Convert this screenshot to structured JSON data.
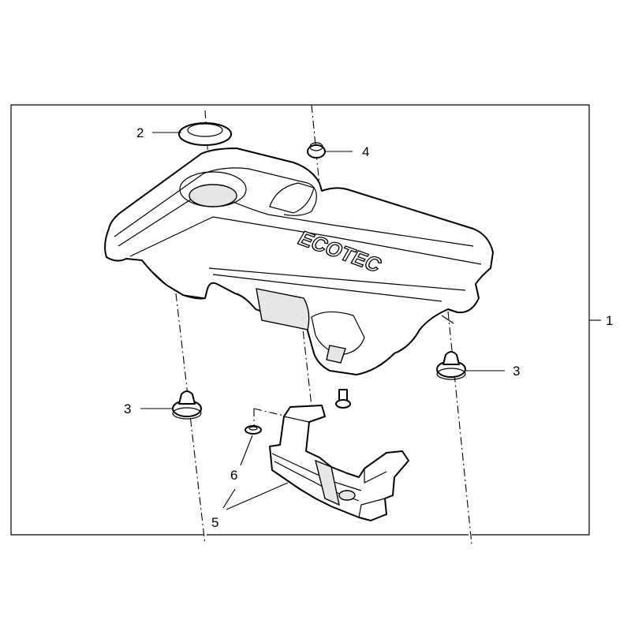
{
  "callouts": [
    {
      "id": "1",
      "text": "1"
    },
    {
      "id": "2",
      "text": "2"
    },
    {
      "id": "3a",
      "text": "3"
    },
    {
      "id": "3b",
      "text": "3"
    },
    {
      "id": "4",
      "text": "4"
    },
    {
      "id": "5",
      "text": "5"
    },
    {
      "id": "6",
      "text": "6"
    }
  ],
  "cover_text": "ECOTEC",
  "colors": {
    "line": "#000000",
    "background": "#ffffff",
    "shade": "#e6e6e6"
  }
}
